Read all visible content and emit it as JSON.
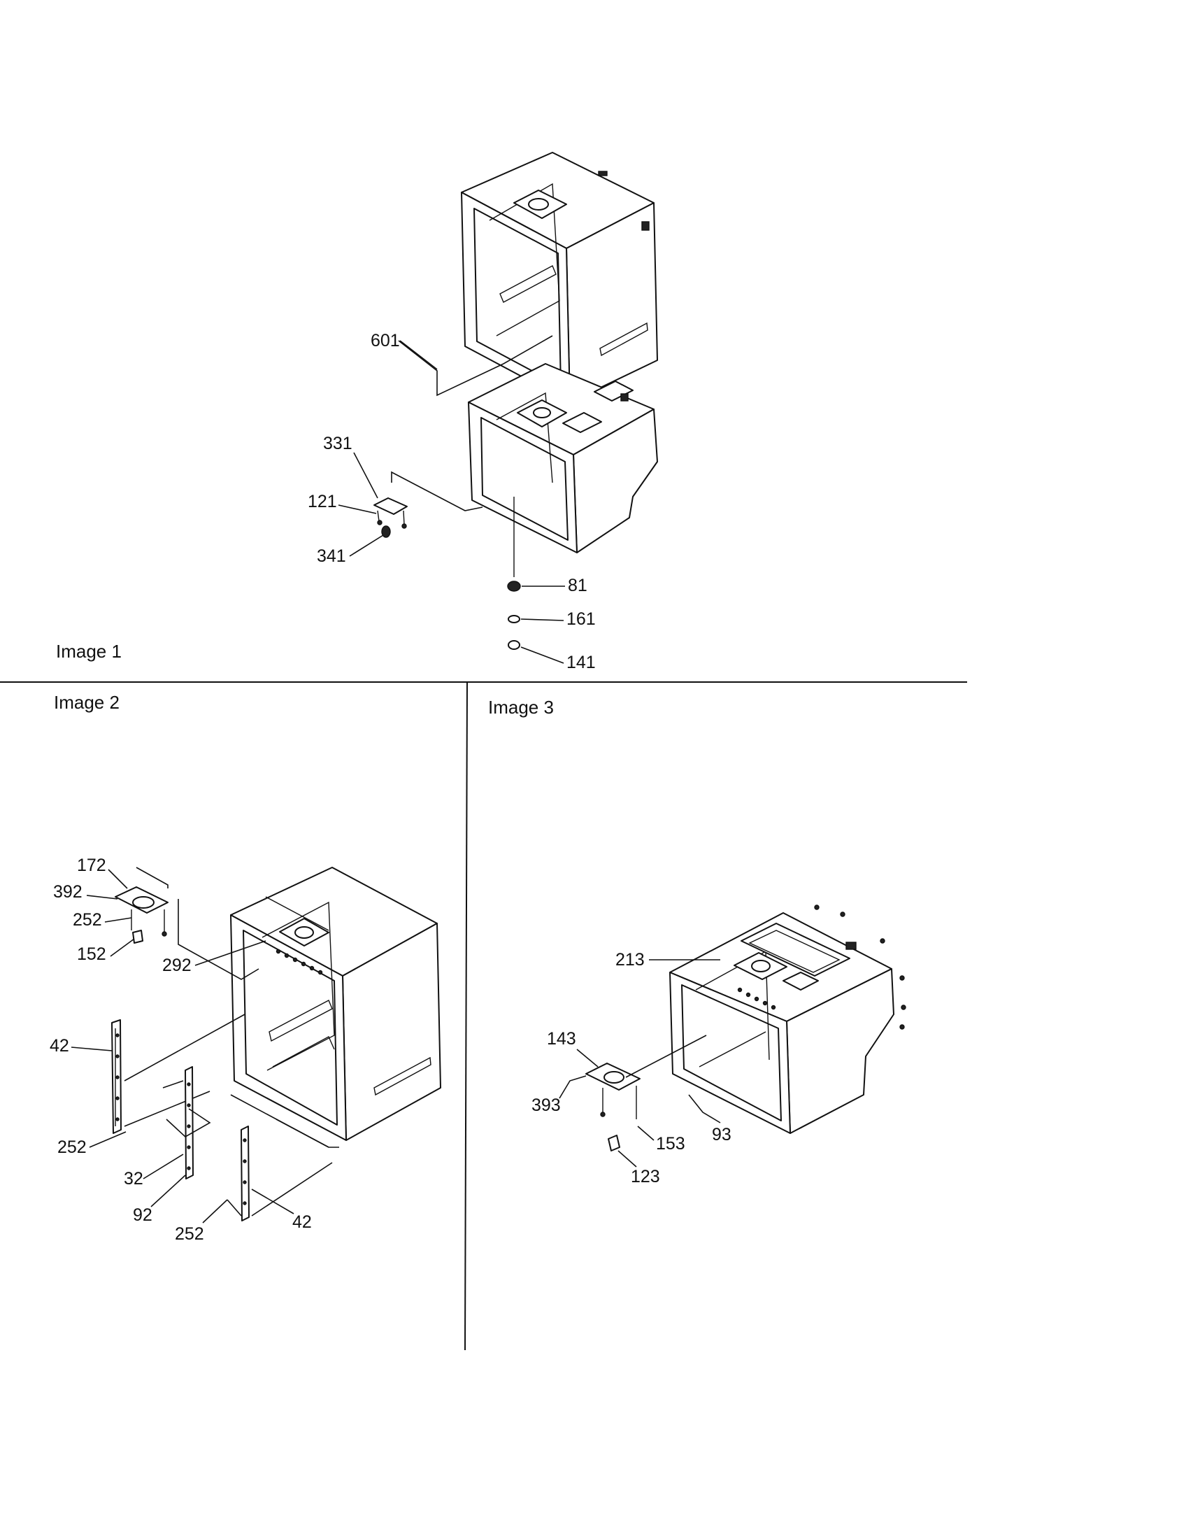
{
  "panels": [
    {
      "id": "image1",
      "title": "Image 1"
    },
    {
      "id": "image2",
      "title": "Image 2"
    },
    {
      "id": "image3",
      "title": "Image 3"
    }
  ],
  "callouts": {
    "image1": [
      "601",
      "331",
      "121",
      "341",
      "81",
      "161",
      "141"
    ],
    "image2": [
      "172",
      "392",
      "252",
      "152",
      "292",
      "42",
      "252",
      "32",
      "92",
      "252",
      "42"
    ],
    "image3": [
      "213",
      "143",
      "393",
      "153",
      "93",
      "123"
    ]
  }
}
